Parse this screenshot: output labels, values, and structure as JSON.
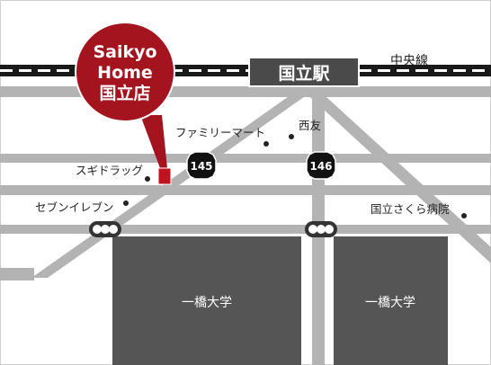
{
  "map": {
    "store": {
      "lines": [
        "Saikyo",
        "Home",
        "国立店"
      ]
    },
    "railway": {
      "line_name": "中央線",
      "station": "国立駅"
    },
    "routes": [
      {
        "number": "145"
      },
      {
        "number": "146"
      }
    ],
    "landmarks": {
      "familymart": "ファミリーマート",
      "nishi": "西友",
      "sugi": "スギドラッグ",
      "seven": "セブンイレブン",
      "hospital": "国立さくら病院"
    },
    "campus_left": "一橋大学",
    "campus_right": "一橋大学",
    "colors": {
      "road": "#b3b3b3",
      "rail": "#1a1a1a",
      "campus": "#555555",
      "balloon": "#a3141f",
      "marker": "#c1121f",
      "station_box": "#4a4a4a"
    }
  }
}
